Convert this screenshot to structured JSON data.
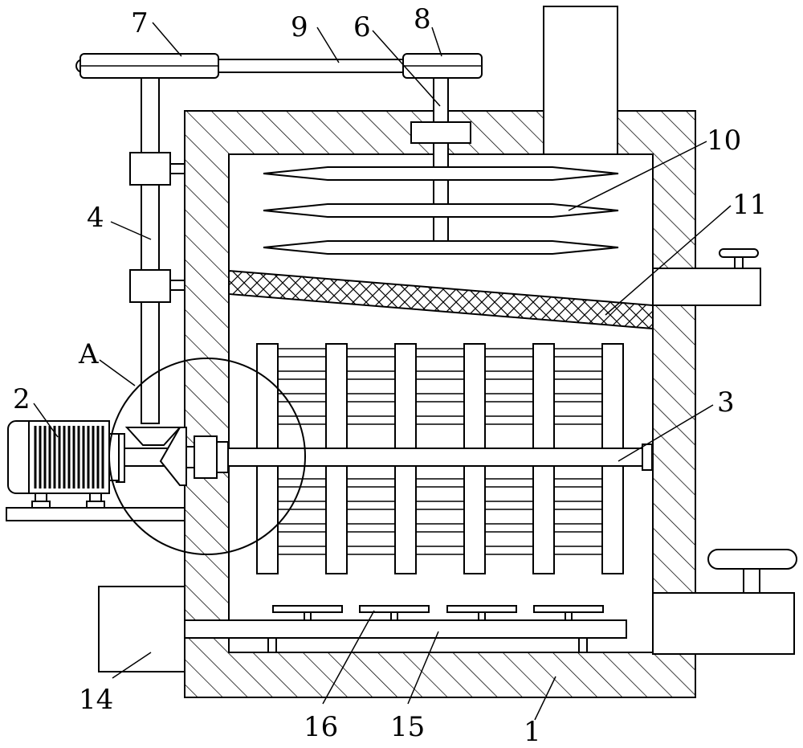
{
  "figure": {
    "type": "patent-mechanical-drawing",
    "labels": {
      "housing": "1",
      "motor": "2",
      "main_shaft": "3",
      "vertical_shaft": "4",
      "top_shaft": "6",
      "left_pulley": "7",
      "right_pulley": "8",
      "belt": "9",
      "upper_blades": "10",
      "screen": "11",
      "bottom_box": "14",
      "bottom_rail": "15",
      "bottom_paddles": "16",
      "detail_view": "A"
    }
  }
}
